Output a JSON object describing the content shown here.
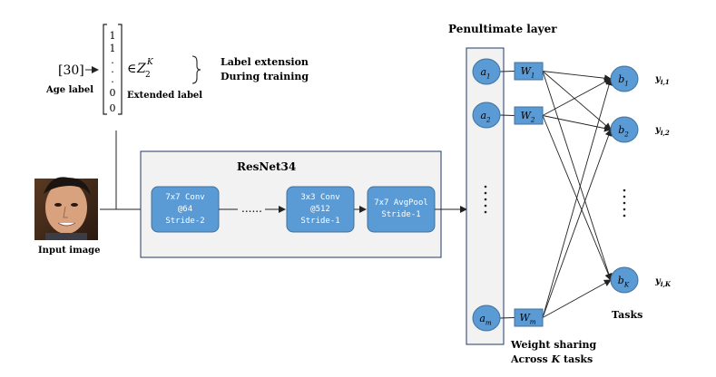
{
  "age_value": "[30]",
  "age_label": "Age label",
  "extended_vector": [
    "1",
    "1",
    ".",
    ".",
    ".",
    "0",
    "0"
  ],
  "set_symbol": "∈",
  "set_Z": "Z",
  "set_sub": "2",
  "set_sup": "K",
  "extended_label": "Extended label",
  "label_extension_lines": [
    "Label extension",
    "During training"
  ],
  "input_image_label": "Input image",
  "resnet_title": "ResNet34",
  "conv1_lines": [
    "7x7 Conv",
    "@64",
    "Stride-2"
  ],
  "conv_mid_lines": [
    "3x3 Conv",
    "@512",
    "Stride-1"
  ],
  "avgpool_lines": [
    "7x7 AvgPool",
    "Stride-1"
  ],
  "between_dots": "......",
  "penultimate_title": "Penultimate layer",
  "neurons": [
    {
      "base": "a",
      "sub": "1"
    },
    {
      "base": "a",
      "sub": "2"
    },
    {
      "base": "a",
      "sub": "m"
    }
  ],
  "weights": [
    {
      "base": "W",
      "sub": "1"
    },
    {
      "base": "W",
      "sub": "2"
    },
    {
      "base": "W",
      "sub": "m"
    }
  ],
  "outputs": [
    {
      "base": "b",
      "sub": "1"
    },
    {
      "base": "b",
      "sub": "2"
    },
    {
      "base": "b",
      "sub": "K"
    }
  ],
  "targets": [
    {
      "base": "y",
      "sub": "i,1"
    },
    {
      "base": "y",
      "sub": "i,2"
    },
    {
      "base": "y",
      "sub": "i,K"
    }
  ],
  "tasks_label": "Tasks",
  "weight_sharing_lines": [
    "Weight sharing",
    "Across",
    "K",
    "tasks"
  ],
  "colors": {
    "node_fill": "#5b9bd5",
    "node_stroke": "#41719c",
    "panel_fill": "#f2f2f2",
    "panel_stroke": "#1f3864",
    "line": "#222222"
  }
}
